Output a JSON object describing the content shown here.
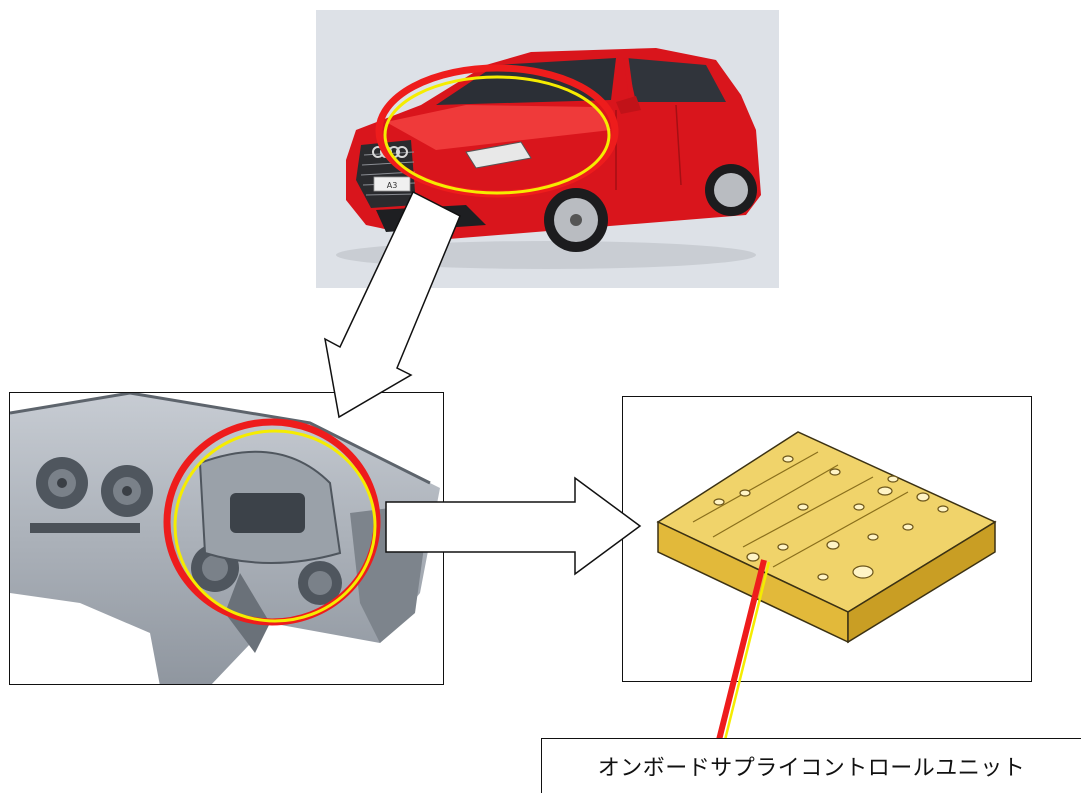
{
  "images": {
    "car": "car-photo",
    "dashboard": "dashboard-photo",
    "control_unit": "control-unit-photo"
  },
  "icons": [
    "highlight-ellipse-icon",
    "arrow-icon",
    "leader-line-icon"
  ],
  "colors": {
    "highlight_outer": "#ee1c1c",
    "highlight_inner": "#f5ec00",
    "car_body": "#d9151c",
    "car_background": "#dde1e7",
    "unit_body": "#e9c443"
  },
  "component_label": "オンボードサプライコントロールユニット",
  "car_plate_text": "A3"
}
